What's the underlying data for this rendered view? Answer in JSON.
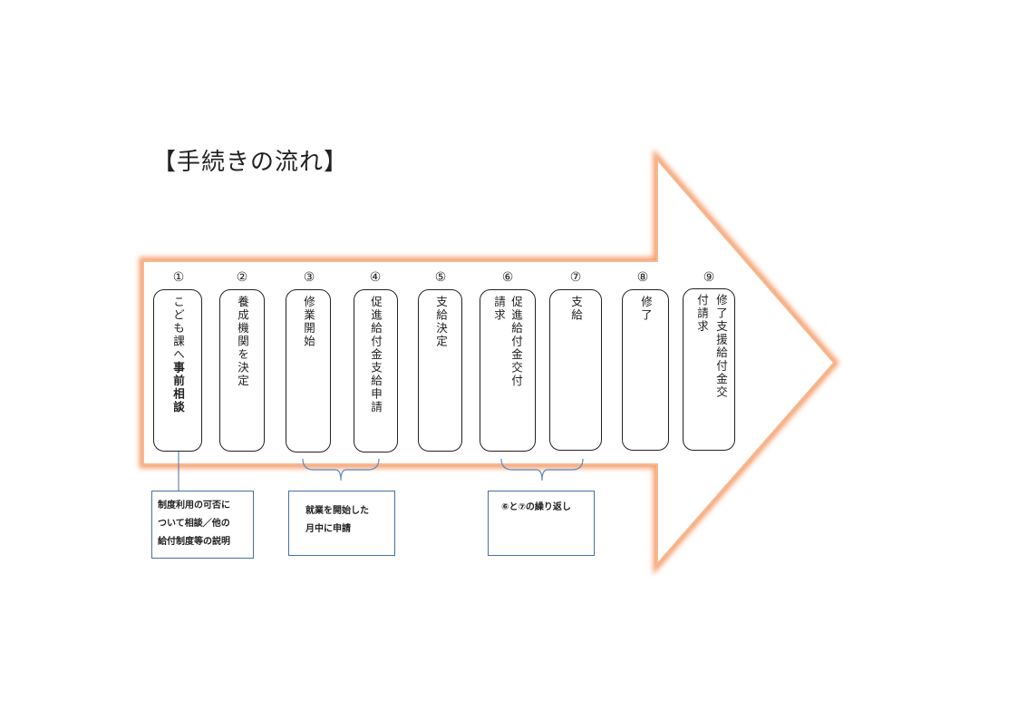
{
  "title": "【手続きの流れ】",
  "steps": [
    {
      "num": "①",
      "text": "こども課へ",
      "bold": "事前相談"
    },
    {
      "num": "②",
      "text": "養成機関を決定"
    },
    {
      "num": "③",
      "text": "修業開始"
    },
    {
      "num": "④",
      "text": "促進給付金支給申請"
    },
    {
      "num": "⑤",
      "text": "支給決定"
    },
    {
      "num": "⑥",
      "text": "促進給付金交付",
      "text2": "請求"
    },
    {
      "num": "⑦",
      "text": "支給"
    },
    {
      "num": "⑧",
      "text": "修了"
    },
    {
      "num": "⑨",
      "text": "修了支援給付金交",
      "text2": "付請求"
    }
  ],
  "notes": [
    {
      "lines": [
        "制度利用の可否に",
        "ついて相談／他の",
        "給付制度等の説明"
      ]
    },
    {
      "lines": [
        "就業を開始した",
        "月中に申請"
      ]
    },
    {
      "lines": [
        "⑥と⑦の繰り返し"
      ]
    }
  ],
  "colors": {
    "arrow_glow": "#f4a070",
    "note_border": "#4a6fa5",
    "brace": "#5b8bc9"
  }
}
